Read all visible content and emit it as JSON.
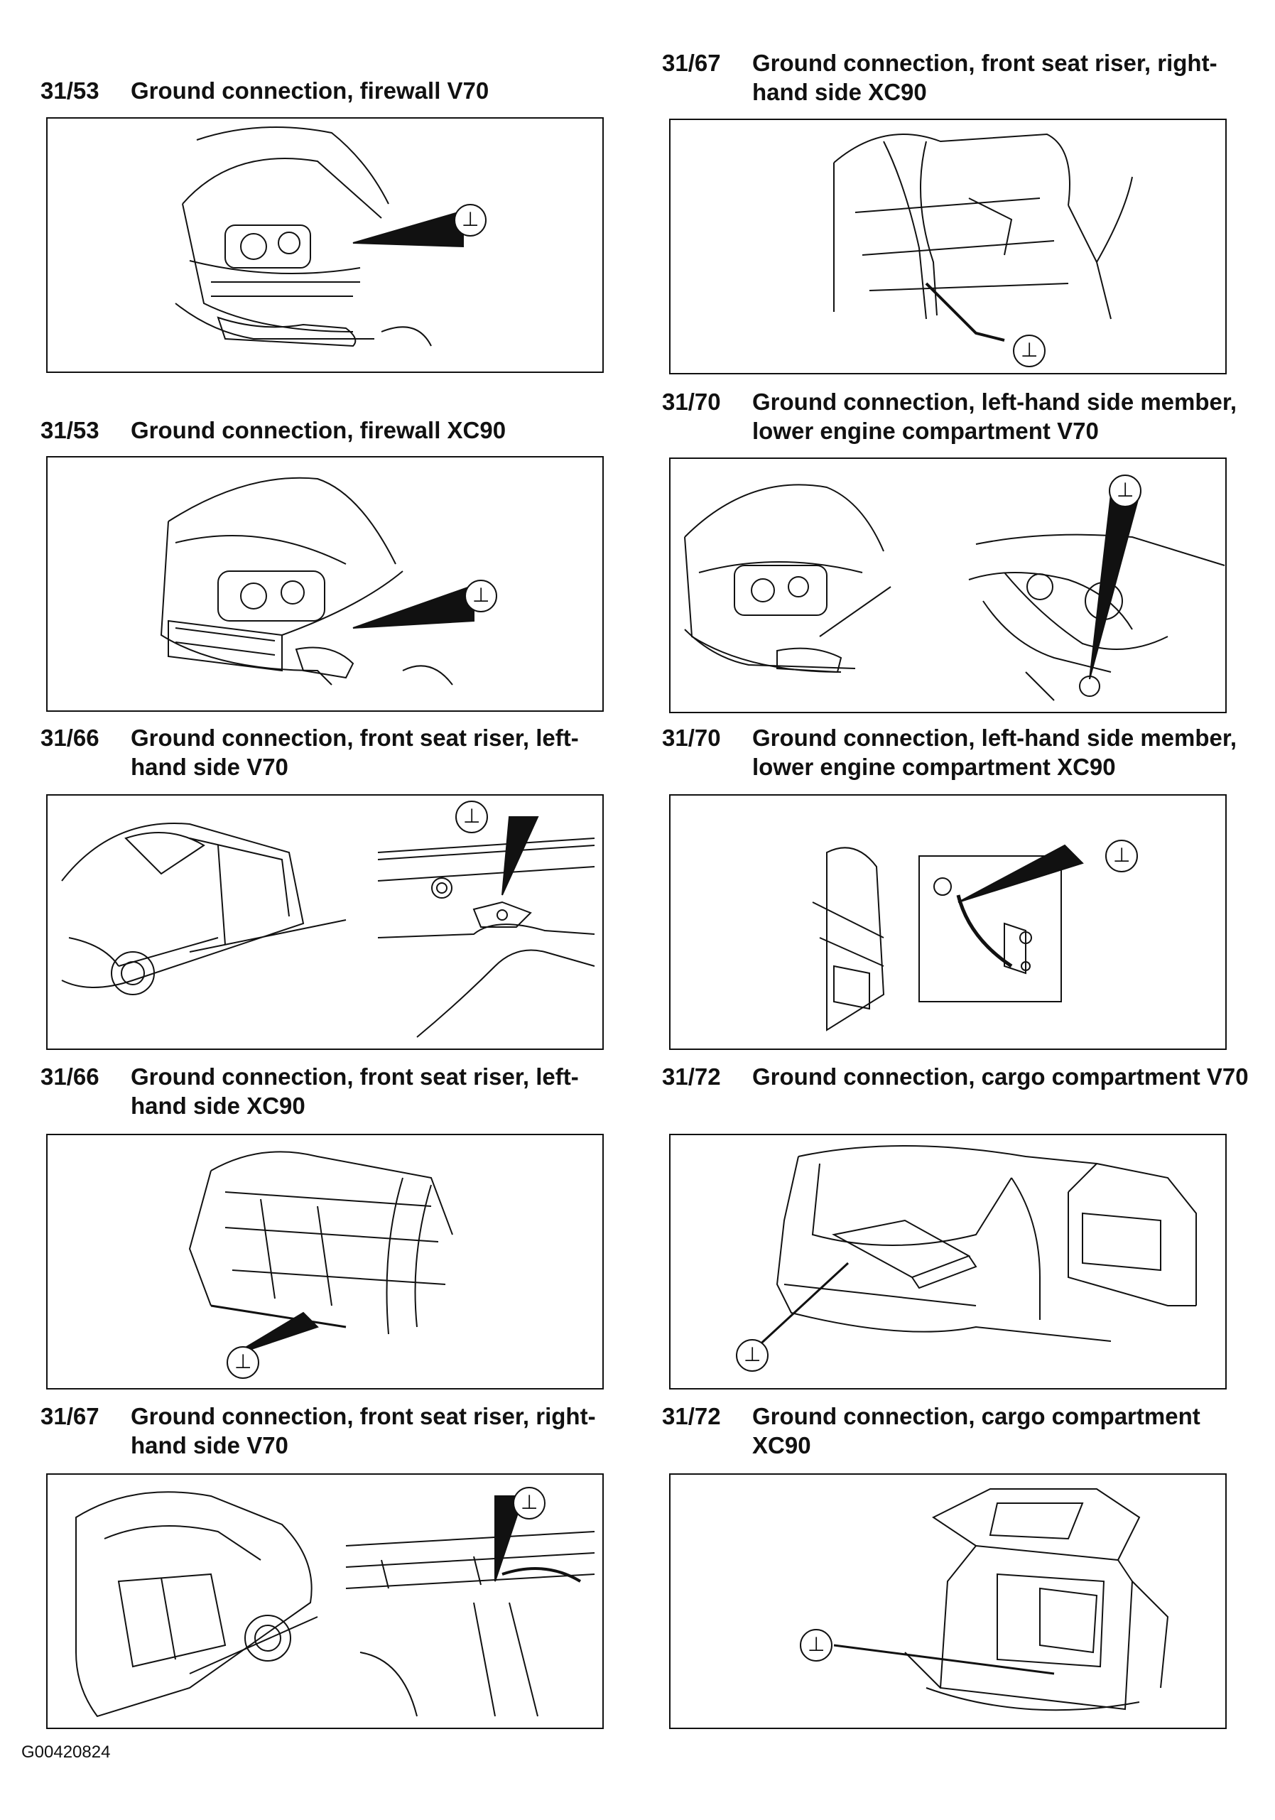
{
  "panels": [
    {
      "code": "31/53",
      "title": "Ground connection, firewall V70"
    },
    {
      "code": "31/67",
      "title": "Ground connection, front seat riser, right-hand side XC90"
    },
    {
      "code": "31/53",
      "title": "Ground connection, firewall XC90"
    },
    {
      "code": "31/70",
      "title": "Ground connection, left-hand side member, lower engine compartment V70"
    },
    {
      "code": "31/66",
      "title": "Ground connection, front seat riser, left-hand side V70"
    },
    {
      "code": "31/70",
      "title": "Ground connection, left-hand side member, lower engine compartment XC90"
    },
    {
      "code": "31/66",
      "title": "Ground connection, front seat riser, left-hand side XC90"
    },
    {
      "code": "31/72",
      "title": "Ground connection, cargo compartment V70"
    },
    {
      "code": "31/67",
      "title": "Ground connection, front seat riser, right-hand side V70"
    },
    {
      "code": "31/72",
      "title": "Ground connection, cargo compartment XC90"
    }
  ],
  "ground_symbol": "⊥",
  "figure_code": "G00420824"
}
